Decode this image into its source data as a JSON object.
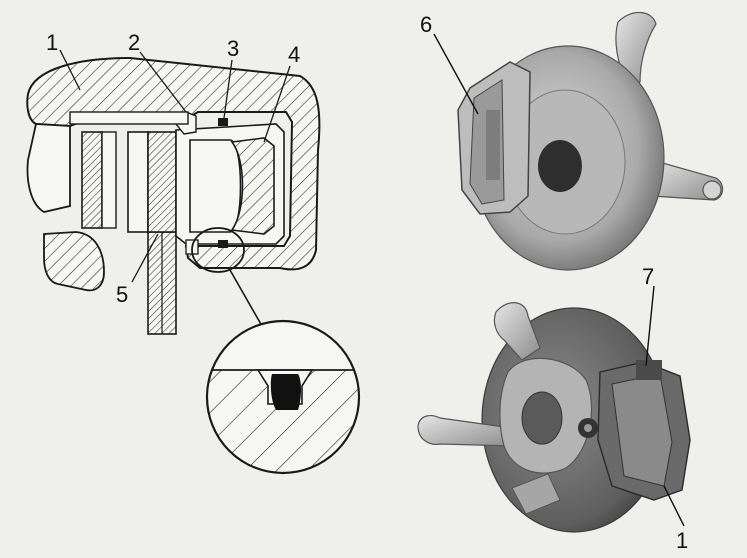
{
  "callouts": {
    "section_1": "1",
    "section_2": "2",
    "section_3": "3",
    "section_4": "4",
    "section_5": "5",
    "top_photo_6": "6",
    "bottom_photo_7": "7",
    "bottom_photo_1": "1"
  },
  "colors": {
    "background": "#efefeb",
    "line": "#1a1a1a",
    "metal_light": "#c9c9c9",
    "metal_mid": "#8f8f8f",
    "metal_dark": "#3a3a3a"
  }
}
